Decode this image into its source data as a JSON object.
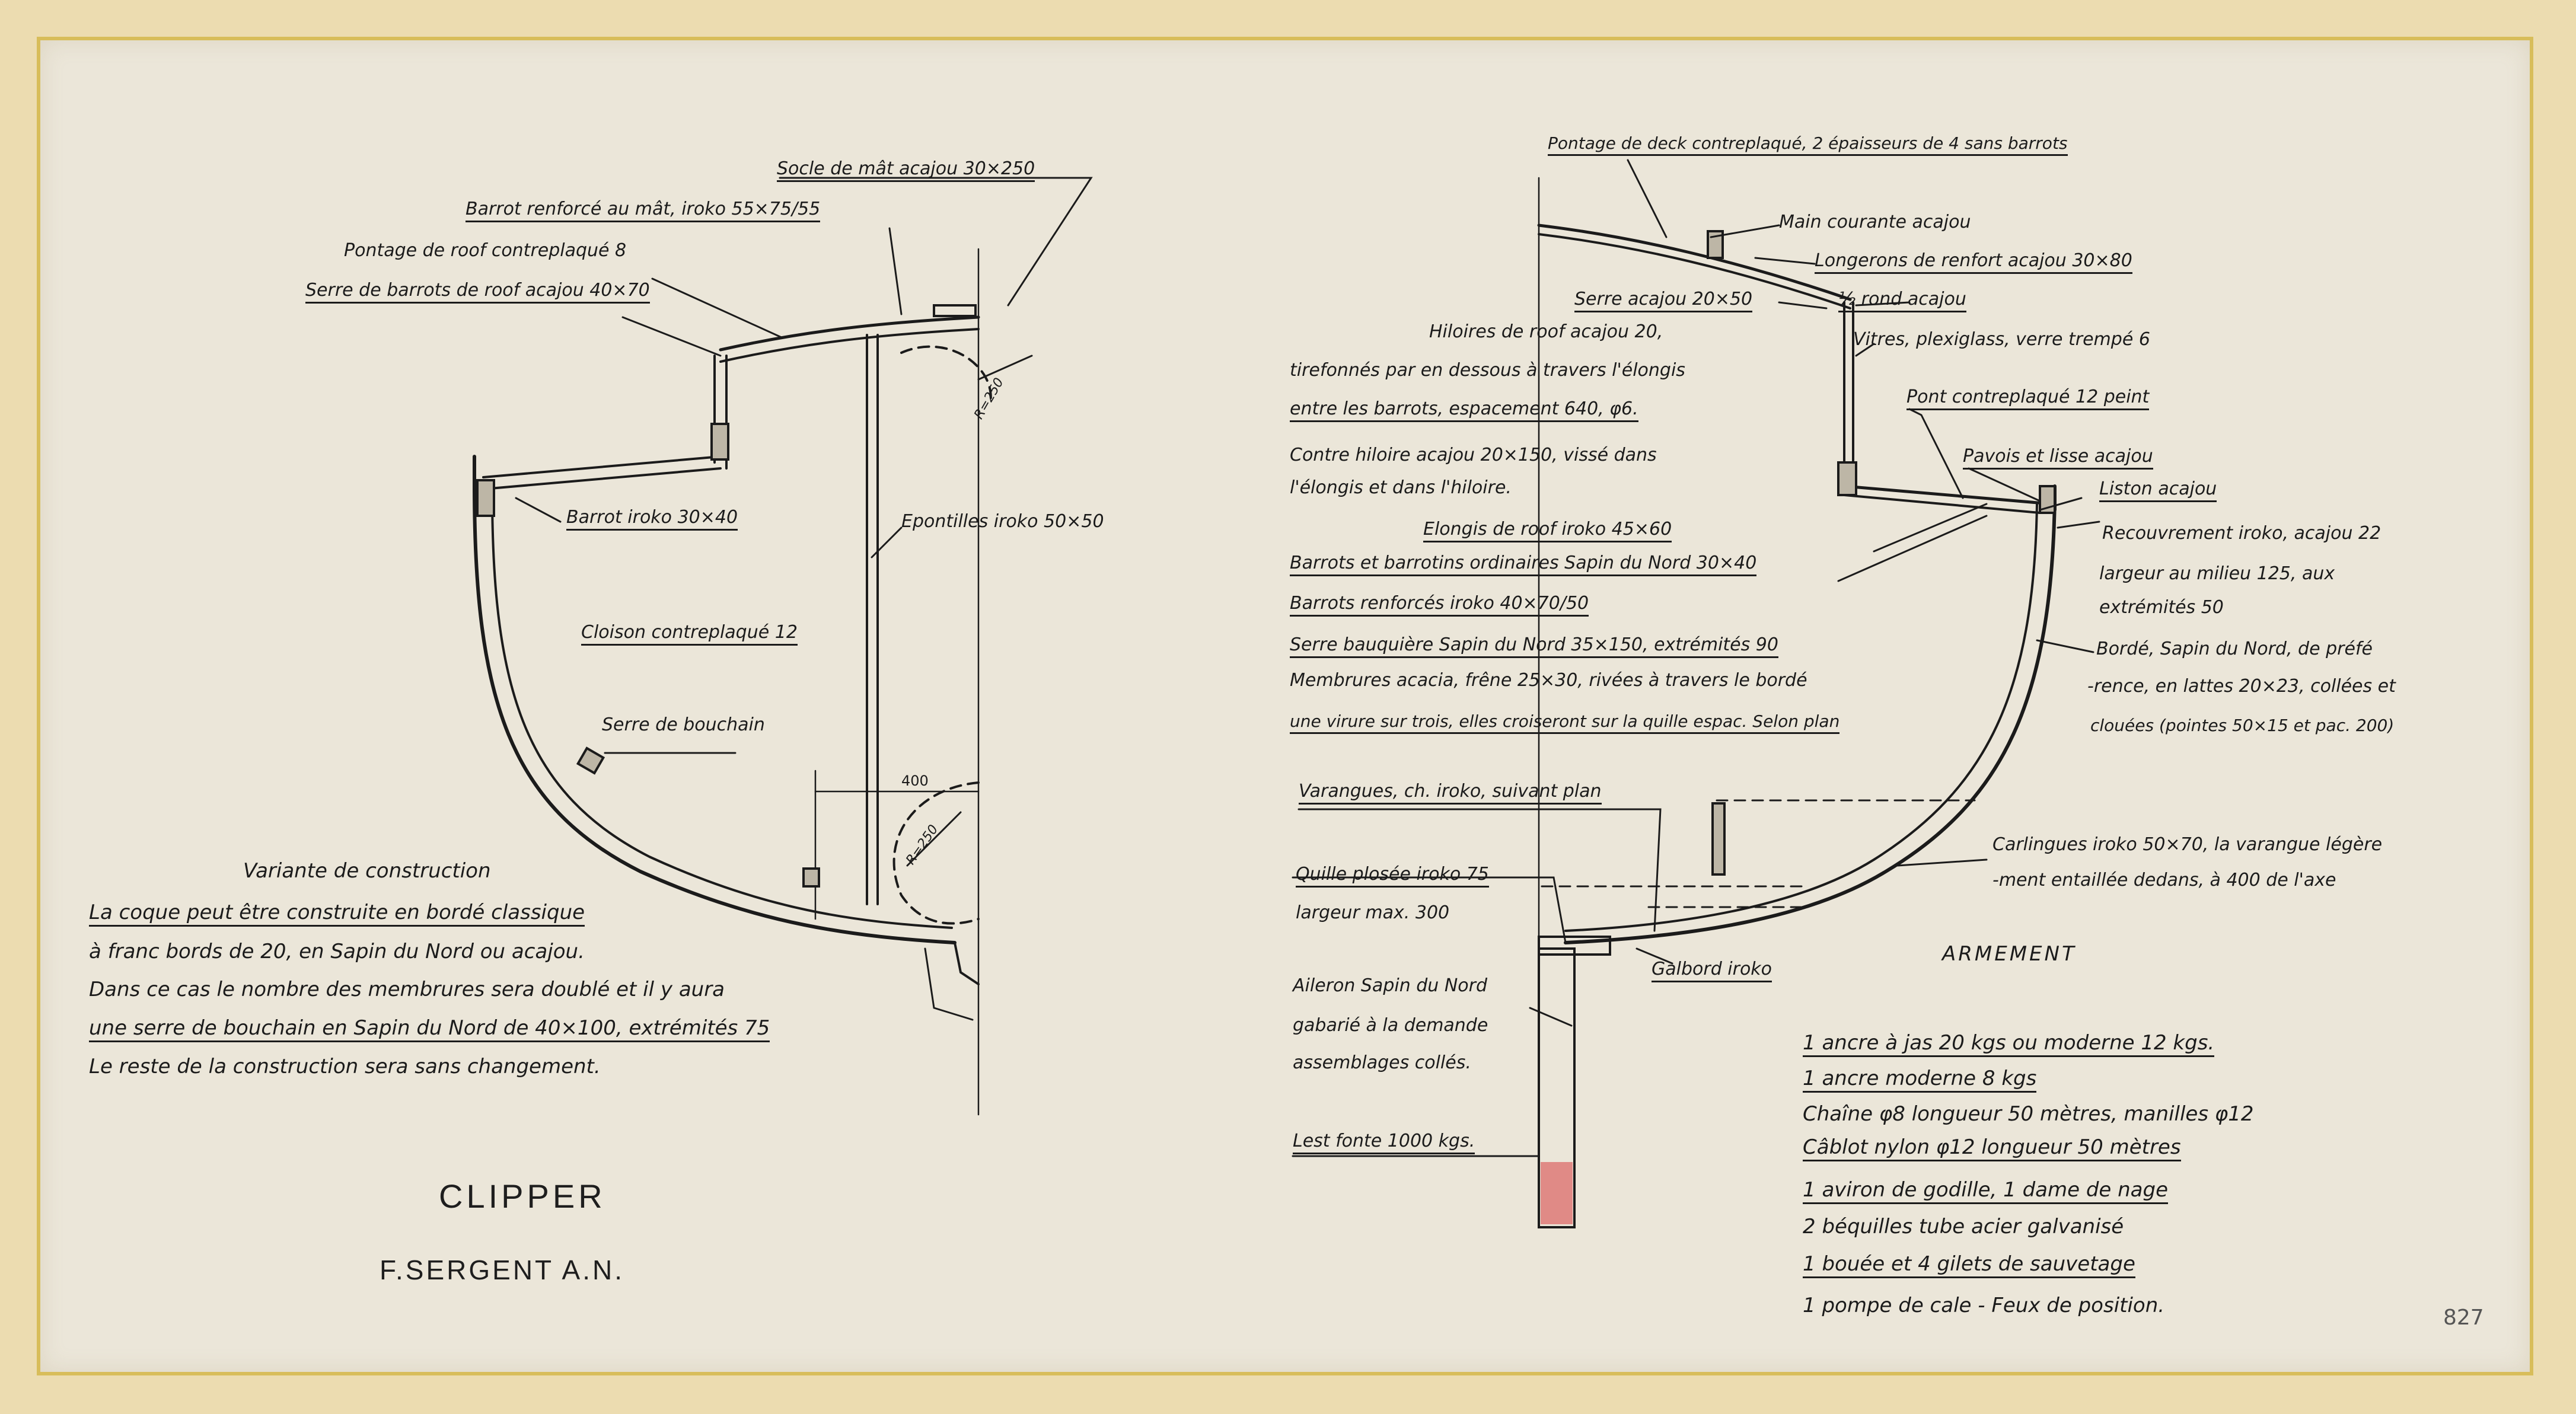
{
  "sheet": {
    "title": "CLIPPER",
    "author": "F.SERGENT A.N.",
    "number": "827",
    "colors": {
      "paper": "#ebe6d9",
      "tape": "#d8bd5a",
      "ink": "#1b1b1b",
      "ballast": "#e08a86"
    }
  },
  "left_labels": {
    "socle": "Socle de mât acajou 30×250",
    "barrot_renforce": "Barrot renforcé au mât, iroko 55×75/55",
    "pontage_roof": "Pontage de roof contreplaqué 8",
    "serre_barrots": "Serre de barrots de roof acajou 40×70",
    "radius_top": "R=250",
    "barrot": "Barrot iroko 30×40",
    "epontilles": "Epontilles iroko 50×50",
    "cloison": "Cloison contreplaqué 12",
    "serre_bouchain": "Serre de bouchain",
    "dim_400": "400",
    "radius_bottom": "R=250"
  },
  "variante": {
    "heading": "Variante de construction",
    "lines": [
      "La coque peut être construite en bordé classique",
      "à franc bords de 20, en Sapin du Nord ou acajou.",
      "Dans ce cas le nombre des membrures sera doublé et il y aura",
      "une serre de bouchain en Sapin du Nord de 40×100, extrémités 75",
      "Le reste de la construction sera sans changement."
    ]
  },
  "right_labels": {
    "pontage_deck": "Pontage de deck contreplaqué, 2 épaisseurs de 4 sans barrots",
    "main_courante": "Main courante acajou",
    "longerons": "Longerons de renfort acajou 30×80",
    "serre_acajou": "Serre acajou 20×50",
    "demi_rond": "½ rond acajou",
    "hiloires": "Hiloires de roof acajou 20,",
    "tirefonnes": "tirefonnés par en dessous à travers l'élongis",
    "entre_barrots": "entre les barrots, espacement 640, φ6.",
    "vitres": "Vitres, plexiglass, verre trempé 6",
    "contre_hiloire": "Contre hiloire acajou 20×150, vissé dans",
    "contre_hiloire_2": "l'élongis et dans l'hiloire.",
    "pont": "Pont contreplaqué 12 peint",
    "pavois": "Pavois et lisse acajou",
    "elongis": "Elongis de roof iroko 45×60",
    "liston": "Liston acajou",
    "barrots_ordinaires": "Barrots et barrotins ordinaires Sapin du Nord 30×40",
    "recouvrement": "Recouvrement iroko, acajou 22",
    "largeur_milieu": "largeur au milieu 125, aux",
    "extremites_50": "extrémités 50",
    "barrots_renforces": "Barrots renforcés iroko 40×70/50",
    "serre_bauquiere": "Serre bauquière Sapin du Nord 35×150, extrémités 90",
    "borde": "Bordé, Sapin du Nord, de préfé",
    "borde_2": "-rence, en lattes 20×23, collées et",
    "borde_3": "clouées (pointes 50×15 et pac. 200)",
    "membrures": "Membrures acacia, frêne 25×30, rivées à travers le bordé",
    "membrures_2": "une virure sur trois, elles croiseront sur la quille espac. Selon plan",
    "varangues": "Varangues, ch. iroko, suivant plan",
    "carlingues": "Carlingues iroko 50×70, la varangue légère",
    "carlingues_2": "-ment entaillée dedans, à 400 de l'axe",
    "quille": "Quille plosée iroko 75",
    "quille_2": "largeur max. 300",
    "galbord": "Galbord iroko",
    "aileron": "Aileron Sapin du Nord",
    "aileron_2": "gabarié à la demande",
    "aileron_3": "assemblages collés.",
    "lest": "Lest fonte 1000 kgs."
  },
  "armement": {
    "heading": "ARMEMENT",
    "items": [
      "1 ancre à jas 20 kgs ou moderne 12 kgs.",
      "1 ancre moderne 8 kgs",
      "Chaîne φ8 longueur 50 mètres, manilles φ12",
      "Câblot nylon φ12 longueur 50 mètres",
      "1 aviron de godille, 1 dame de nage",
      "2 béquilles tube acier galvanisé",
      "1 bouée et 4 gilets de sauvetage",
      "1 pompe de cale - Feux de position."
    ]
  }
}
